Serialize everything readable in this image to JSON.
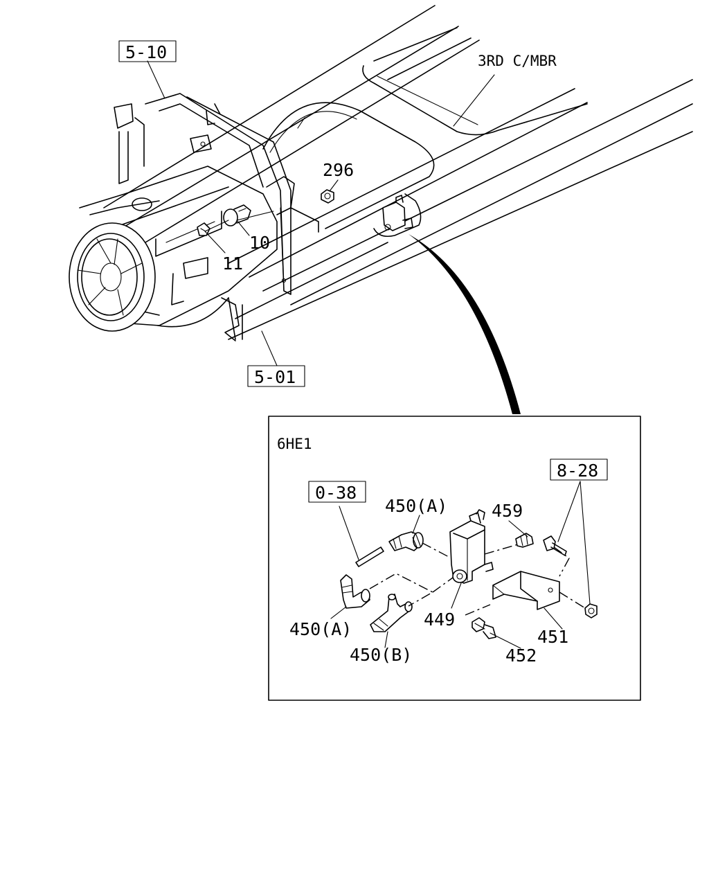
{
  "labels": {
    "ref_5_10": "5-10",
    "ref_5_01": "5-01",
    "ref_0_38": "0-38",
    "ref_8_28": "8-28",
    "third_cross_member": "3RD C/MBR",
    "part_296": "296",
    "part_10": "10",
    "part_11": "11",
    "engine_code": "6HE1",
    "part_450A_upper": "450(A)",
    "part_450A_lower": "450(A)",
    "part_450B": "450(B)",
    "part_459": "459",
    "part_449": "449",
    "part_451": "451",
    "part_452": "452"
  }
}
